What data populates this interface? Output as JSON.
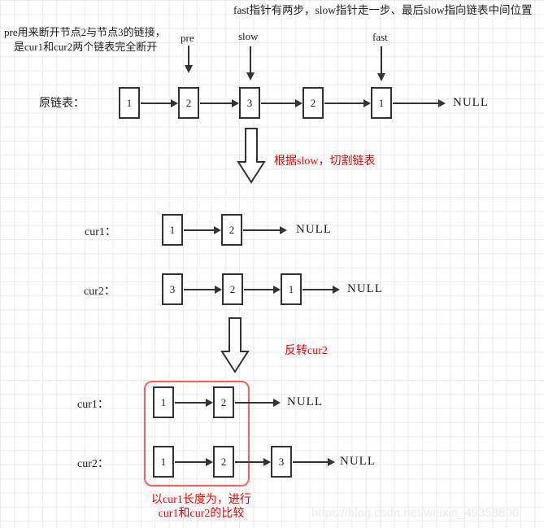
{
  "annotations": {
    "top_right": "fast指针有两步，slow指针走一步、最后slow指向链表中间位置",
    "top_left_line1": "pre用来断开节点2与节点3的链接，",
    "top_left_line2": "是cur1和cur2两个链表完全断开",
    "step1": "根据slow，切割链表",
    "step2": "反转cur2",
    "bottom_line1": "以cur1长度为，进行",
    "bottom_line2": "cur1和cur2的比较"
  },
  "pointers": [
    {
      "label": "pre",
      "points_to": "node-2"
    },
    {
      "label": "slow",
      "points_to": "node-3"
    },
    {
      "label": "fast",
      "points_to": "last-node-1"
    }
  ],
  "lists": {
    "original": {
      "label": "原链表：",
      "nodes": [
        "1",
        "2",
        "3",
        "2",
        "1"
      ],
      "terminator": "NULL"
    },
    "cur1_a": {
      "label": "cur1：",
      "nodes": [
        "1",
        "2"
      ],
      "terminator": "NULL"
    },
    "cur2_a": {
      "label": "cur2：",
      "nodes": [
        "3",
        "2",
        "1"
      ],
      "terminator": "NULL"
    },
    "cur1_b": {
      "label": "cur1：",
      "nodes": [
        "1",
        "2"
      ],
      "terminator": "NULL"
    },
    "cur2_b": {
      "label": "cur2：",
      "nodes": [
        "1",
        "2",
        "3"
      ],
      "terminator": "NULL"
    }
  },
  "watermark": "https://blog.csdn.net/weixin_49358890",
  "colors": {
    "accent_red": "#f20000",
    "highlight_box_red": "#f46060",
    "node_border": "#333333",
    "grid_line": "#ececec",
    "watermark_gray": "#ececec"
  }
}
